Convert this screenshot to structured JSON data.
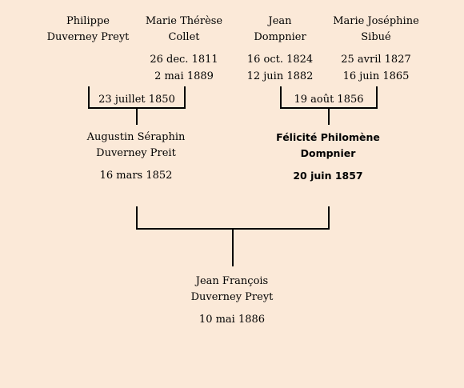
{
  "grandparents": {
    "paternal_grandfather": {
      "line1": "Philippe",
      "line2": "Duverney Preyt"
    },
    "paternal_grandmother": {
      "line1": "Marie Thérèse",
      "line2": "Collet",
      "birth": "26 dec. 1811",
      "death": "2 mai 1889"
    },
    "maternal_grandfather": {
      "line1": "Jean",
      "line2": "Dompnier",
      "birth": "16 oct. 1824",
      "death": "12 juin 1882"
    },
    "maternal_grandmother": {
      "line1": "Marie Joséphine",
      "line2": "Sibué",
      "birth": "25 avril 1827",
      "death": "16 juin 1865"
    }
  },
  "marriages": {
    "paternal": "23 juillet 1850",
    "maternal": "19 août 1856"
  },
  "parents": {
    "father": {
      "line1": "Augustin Séraphin",
      "line2": "Duverney Preit",
      "birth": "16 mars 1852"
    },
    "mother": {
      "line1": "Félicité Philomène",
      "line2": "Dompnier",
      "birth": "20 juin 1857"
    }
  },
  "subject": {
    "line1": "Jean François",
    "line2": "Duverney Preyt",
    "birth": "10 mai 1886"
  }
}
